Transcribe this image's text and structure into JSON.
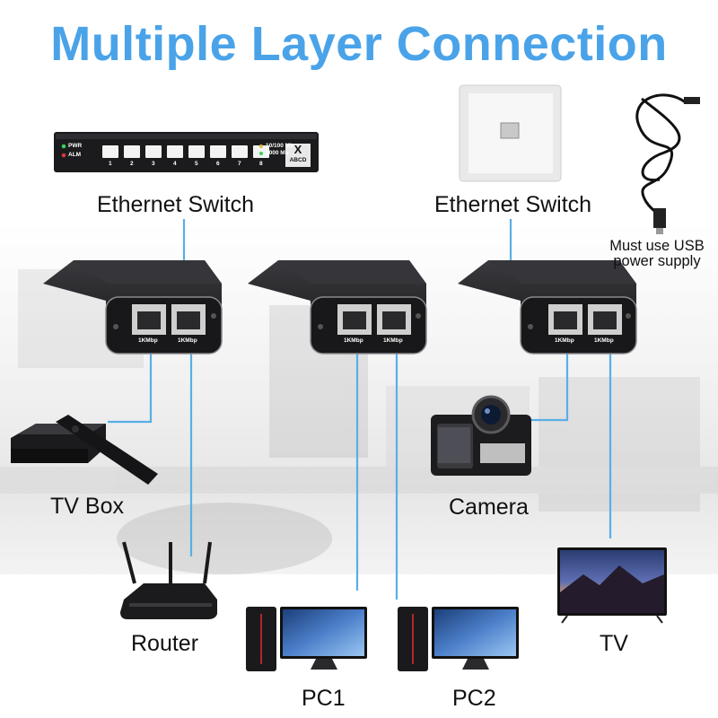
{
  "title": "Multiple Layer Connection",
  "labels": {
    "switch_left": "Ethernet Switch",
    "switch_right": "Ethernet Switch",
    "tv_box": "TV Box",
    "camera": "Camera",
    "router": "Router",
    "tv": "TV",
    "pc1": "PC1",
    "pc2": "PC2"
  },
  "note": {
    "line1": "Must use USB",
    "line2": "power supply"
  },
  "switch_device": {
    "led_pwr": "PWR",
    "led_alm": "ALM",
    "port_numbers": [
      "1",
      "2",
      "3",
      "4",
      "5",
      "6",
      "7",
      "8"
    ],
    "speed_1": "10/100 Mb",
    "speed_2": "1000 Mb",
    "badge_letter": "X",
    "badge_text": "ABCD"
  },
  "splitter_port_label": "1KMbp",
  "colors": {
    "title": "#4aa3e8",
    "cable": "#5aaee6",
    "device_body": "#1f1f22"
  }
}
